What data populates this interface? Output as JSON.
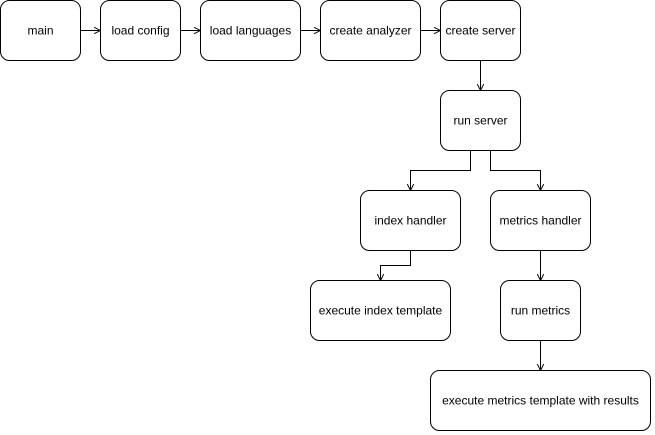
{
  "diagram": {
    "colors": {
      "stroke": "#000000",
      "fill": "#ffffff",
      "text": "#000000"
    },
    "nodes": {
      "main": "main",
      "load_config": "load config",
      "load_languages": "load languages",
      "create_analyzer": "create analyzer",
      "create_server": "create server",
      "run_server": "run server",
      "index_handler": "index handler",
      "metrics_handler": "metrics handler",
      "execute_index_template": "execute index template",
      "run_metrics": "run metrics",
      "execute_metrics_template": "execute metrics template with results"
    },
    "edges": [
      {
        "from": "main",
        "to": "load_config"
      },
      {
        "from": "load_config",
        "to": "load_languages"
      },
      {
        "from": "load_languages",
        "to": "create_analyzer"
      },
      {
        "from": "create_analyzer",
        "to": "create_server"
      },
      {
        "from": "create_server",
        "to": "run_server"
      },
      {
        "from": "run_server",
        "to": "index_handler"
      },
      {
        "from": "run_server",
        "to": "metrics_handler"
      },
      {
        "from": "index_handler",
        "to": "execute_index_template"
      },
      {
        "from": "metrics_handler",
        "to": "run_metrics"
      },
      {
        "from": "run_metrics",
        "to": "execute_metrics_template"
      }
    ]
  }
}
